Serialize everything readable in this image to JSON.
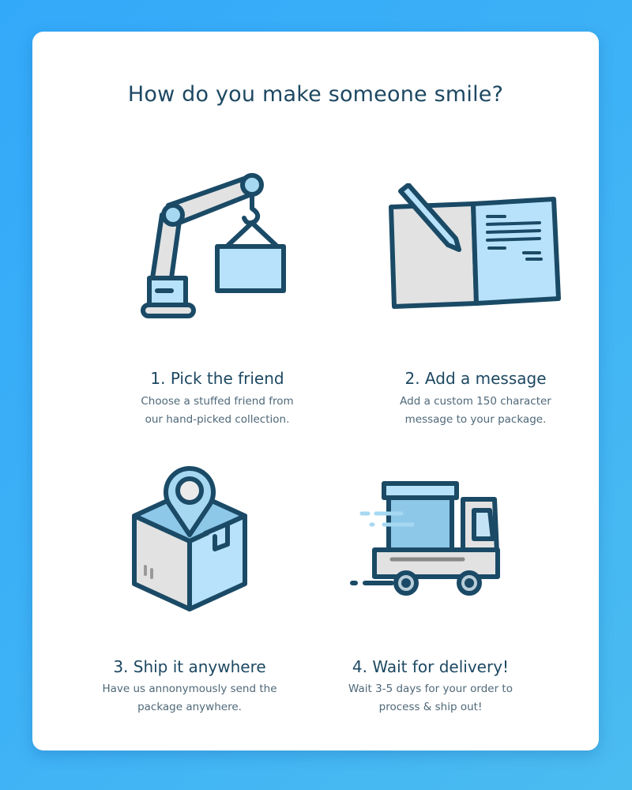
{
  "card": {
    "title": "How do you make someone smile?"
  },
  "steps": [
    {
      "icon": "robotic-arm-icon",
      "title": "1. Pick the friend",
      "description_lines": [
        "Choose a stuffed friend from",
        "our hand-picked collection."
      ]
    },
    {
      "icon": "notebook-pencil-icon",
      "title": "2. Add a message",
      "description_lines": [
        "Add a custom 150 character",
        "message to your package."
      ]
    },
    {
      "icon": "box-location-pin-icon",
      "title": "3. Ship it anywhere",
      "description_lines": [
        "Have us annonymously send the",
        "package anywhere."
      ]
    },
    {
      "icon": "delivery-truck-icon",
      "title": "4. Wait for delivery!",
      "description_lines": [
        "Wait 3-5 days for your order to",
        "process & ship out!"
      ]
    }
  ],
  "colors": {
    "background_start": "#33a9f9",
    "background_end": "#4bbcf0",
    "card": "#ffffff",
    "text_dark": "#1d4862",
    "text_body": "#4e6878",
    "icon_stroke": "#1a4a66",
    "icon_light_blue": "#b8e2fb",
    "icon_mid_blue": "#8ec8e8",
    "icon_gray": "#e2e2e2"
  }
}
